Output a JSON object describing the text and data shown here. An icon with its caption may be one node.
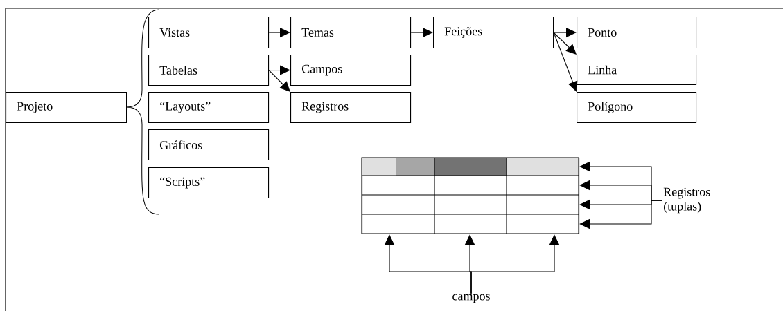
{
  "diagram": {
    "nodes": [
      {
        "text": [
          "Projeto"
        ]
      },
      {
        "text": [
          "Vistas"
        ]
      },
      {
        "text": [
          "Temas"
        ]
      },
      {
        "text": [
          "Feições"
        ]
      },
      {
        "text": [
          "Ponto"
        ]
      },
      {
        "text": [
          "Tabelas"
        ]
      },
      {
        "text": [
          "Campos"
        ]
      },
      {
        "text": [
          "Linha"
        ]
      },
      {
        "text": [
          "“Layouts”"
        ]
      },
      {
        "text": [
          "Registros"
        ]
      },
      {
        "text": [
          "Polígono"
        ]
      },
      {
        "text": [
          "Gráficos"
        ]
      },
      {
        "text": [
          "“Scripts”"
        ]
      },
      {
        "text": [],
        "shape": "box"
      },
      {
        "text": [
          "Registros (tuplas)"
        ]
      },
      {
        "text": [
          "campos"
        ]
      }
    ],
    "edges": [
      {
        "from": 1,
        "to": 2,
        "arrow": "to"
      },
      {
        "from": 2,
        "to": 3,
        "arrow": "to"
      },
      {
        "from": 5,
        "to": 6,
        "arrow": "to"
      },
      {
        "from": 5,
        "to": 9,
        "arrow": "to"
      },
      {
        "from": 3,
        "to": 4,
        "arrow": "to"
      },
      {
        "from": 3,
        "to": 7,
        "arrow": "to"
      },
      {
        "from": 3,
        "to": 10,
        "arrow": "to"
      },
      {
        "from": 14,
        "to": 13,
        "arrow": "to"
      },
      {
        "from": 14,
        "to": 13,
        "arrow": "to"
      },
      {
        "from": 14,
        "to": 13,
        "arrow": "to"
      },
      {
        "from": 14,
        "to": 13,
        "arrow": "to"
      },
      {
        "from": 15,
        "to": 13,
        "arrow": "to"
      },
      {
        "from": 15,
        "to": 13,
        "arrow": "to"
      },
      {
        "from": 15,
        "to": 13,
        "arrow": "to"
      }
    ]
  }
}
